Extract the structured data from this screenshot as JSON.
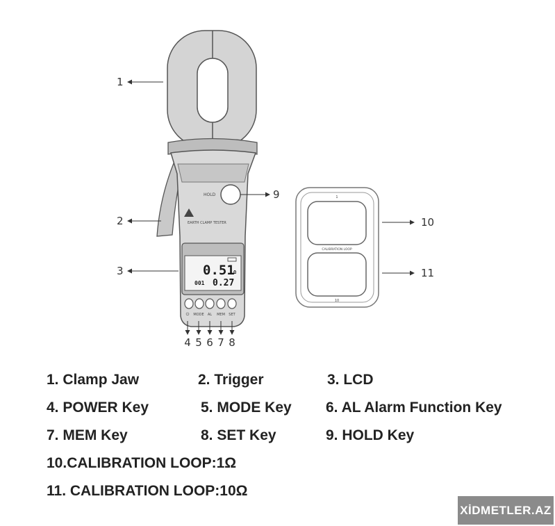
{
  "device": {
    "panel_text": "EARTH CLAMP TESTER",
    "hold_label": "HOLD",
    "lcd": {
      "main_reading": "0.51",
      "main_unit": "Ω",
      "sub_reading": "0.27",
      "memory_index": "001"
    },
    "key_labels": [
      "⏻",
      "MODE",
      "AL",
      "MEM",
      "SET"
    ]
  },
  "calibrator": {
    "top_mark": "1",
    "middle_text": "CALIBRATION LOOP",
    "bottom_mark": "10"
  },
  "callouts": [
    "1",
    "2",
    "3",
    "4",
    "5",
    "6",
    "7",
    "8",
    "9",
    "10",
    "11"
  ],
  "legend": [
    [
      "1. Clamp Jaw",
      "2. Trigger",
      "3. LCD"
    ],
    [
      "4. POWER Key",
      "5. MODE Key",
      "6. AL Alarm Function Key"
    ],
    [
      "7. MEM Key",
      "8. SET Key",
      "9. HOLD Key"
    ],
    [
      "10.CALIBRATION LOOP:1Ω"
    ],
    [
      "11. CALIBRATION LOOP:10Ω"
    ]
  ],
  "watermark": "XİDMETLER.AZ"
}
